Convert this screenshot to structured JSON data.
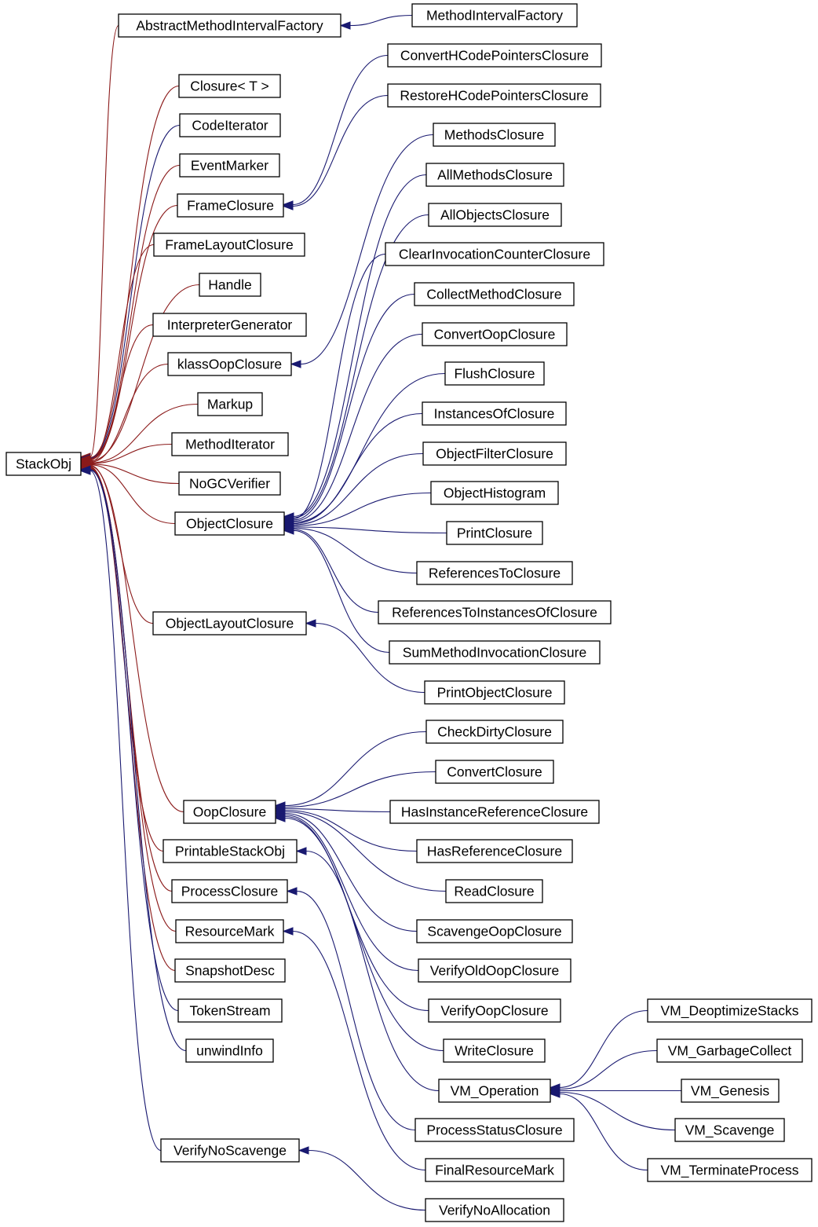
{
  "diagram": {
    "type": "class-inheritance-graph",
    "colors": {
      "red_edge": "#8b1a1a",
      "blue_edge": "#191970",
      "node_border": "#000000",
      "background": "#ffffff"
    },
    "nodes": [
      {
        "id": "StackObj",
        "label": "StackObj"
      },
      {
        "id": "AbstractMethodIntervalFactory",
        "label": "AbstractMethodIntervalFactory"
      },
      {
        "id": "MethodIntervalFactory",
        "label": "MethodIntervalFactory"
      },
      {
        "id": "ClosureT",
        "label": "Closure< T >"
      },
      {
        "id": "CodeIterator",
        "label": "CodeIterator"
      },
      {
        "id": "EventMarker",
        "label": "EventMarker"
      },
      {
        "id": "FrameClosure",
        "label": "FrameClosure"
      },
      {
        "id": "FrameLayoutClosure",
        "label": "FrameLayoutClosure"
      },
      {
        "id": "Handle",
        "label": "Handle"
      },
      {
        "id": "InterpreterGenerator",
        "label": "InterpreterGenerator"
      },
      {
        "id": "klassOopClosure",
        "label": "klassOopClosure"
      },
      {
        "id": "Markup",
        "label": "Markup"
      },
      {
        "id": "MethodIterator",
        "label": "MethodIterator"
      },
      {
        "id": "NoGCVerifier",
        "label": "NoGCVerifier"
      },
      {
        "id": "ObjectClosure",
        "label": "ObjectClosure"
      },
      {
        "id": "ObjectLayoutClosure",
        "label": "ObjectLayoutClosure"
      },
      {
        "id": "OopClosure",
        "label": "OopClosure"
      },
      {
        "id": "PrintableStackObj",
        "label": "PrintableStackObj"
      },
      {
        "id": "ProcessClosure",
        "label": "ProcessClosure"
      },
      {
        "id": "ResourceMark",
        "label": "ResourceMark"
      },
      {
        "id": "SnapshotDesc",
        "label": "SnapshotDesc"
      },
      {
        "id": "TokenStream",
        "label": "TokenStream"
      },
      {
        "id": "unwindInfo",
        "label": "unwindInfo"
      },
      {
        "id": "VerifyNoScavenge",
        "label": "VerifyNoScavenge"
      },
      {
        "id": "ConvertHCodePointersClosure",
        "label": "ConvertHCodePointersClosure"
      },
      {
        "id": "RestoreHCodePointersClosure",
        "label": "RestoreHCodePointersClosure"
      },
      {
        "id": "MethodsClosure",
        "label": "MethodsClosure"
      },
      {
        "id": "AllMethodsClosure",
        "label": "AllMethodsClosure"
      },
      {
        "id": "AllObjectsClosure",
        "label": "AllObjectsClosure"
      },
      {
        "id": "ClearInvocationCounterClosure",
        "label": "ClearInvocationCounterClosure"
      },
      {
        "id": "CollectMethodClosure",
        "label": "CollectMethodClosure"
      },
      {
        "id": "ConvertOopClosure",
        "label": "ConvertOopClosure"
      },
      {
        "id": "FlushClosure",
        "label": "FlushClosure"
      },
      {
        "id": "InstancesOfClosure",
        "label": "InstancesOfClosure"
      },
      {
        "id": "ObjectFilterClosure",
        "label": "ObjectFilterClosure"
      },
      {
        "id": "ObjectHistogram",
        "label": "ObjectHistogram"
      },
      {
        "id": "PrintClosure",
        "label": "PrintClosure"
      },
      {
        "id": "ReferencesToClosure",
        "label": "ReferencesToClosure"
      },
      {
        "id": "ReferencesToInstancesOfClosure",
        "label": "ReferencesToInstancesOfClosure"
      },
      {
        "id": "SumMethodInvocationClosure",
        "label": "SumMethodInvocationClosure"
      },
      {
        "id": "PrintObjectClosure",
        "label": "PrintObjectClosure"
      },
      {
        "id": "CheckDirtyClosure",
        "label": "CheckDirtyClosure"
      },
      {
        "id": "ConvertClosure",
        "label": "ConvertClosure"
      },
      {
        "id": "HasInstanceReferenceClosure",
        "label": "HasInstanceReferenceClosure"
      },
      {
        "id": "HasReferenceClosure",
        "label": "HasReferenceClosure"
      },
      {
        "id": "ReadClosure",
        "label": "ReadClosure"
      },
      {
        "id": "ScavengeOopClosure",
        "label": "ScavengeOopClosure"
      },
      {
        "id": "VerifyOldOopClosure",
        "label": "VerifyOldOopClosure"
      },
      {
        "id": "VerifyOopClosure",
        "label": "VerifyOopClosure"
      },
      {
        "id": "WriteClosure",
        "label": "WriteClosure"
      },
      {
        "id": "VM_Operation",
        "label": "VM_Operation"
      },
      {
        "id": "ProcessStatusClosure",
        "label": "ProcessStatusClosure"
      },
      {
        "id": "FinalResourceMark",
        "label": "FinalResourceMark"
      },
      {
        "id": "VerifyNoAllocation",
        "label": "VerifyNoAllocation"
      },
      {
        "id": "VM_DeoptimizeStacks",
        "label": "VM_DeoptimizeStacks"
      },
      {
        "id": "VM_GarbageCollect",
        "label": "VM_GarbageCollect"
      },
      {
        "id": "VM_Genesis",
        "label": "VM_Genesis"
      },
      {
        "id": "VM_Scavenge",
        "label": "VM_Scavenge"
      },
      {
        "id": "VM_TerminateProcess",
        "label": "VM_TerminateProcess"
      }
    ],
    "edges": [
      {
        "from": "AbstractMethodIntervalFactory",
        "to": "StackObj",
        "style": "red"
      },
      {
        "from": "ClosureT",
        "to": "StackObj",
        "style": "red"
      },
      {
        "from": "CodeIterator",
        "to": "StackObj",
        "style": "blue"
      },
      {
        "from": "EventMarker",
        "to": "StackObj",
        "style": "red"
      },
      {
        "from": "FrameClosure",
        "to": "StackObj",
        "style": "red"
      },
      {
        "from": "FrameLayoutClosure",
        "to": "StackObj",
        "style": "red"
      },
      {
        "from": "Handle",
        "to": "StackObj",
        "style": "red"
      },
      {
        "from": "InterpreterGenerator",
        "to": "StackObj",
        "style": "red"
      },
      {
        "from": "klassOopClosure",
        "to": "StackObj",
        "style": "red"
      },
      {
        "from": "Markup",
        "to": "StackObj",
        "style": "red"
      },
      {
        "from": "MethodIterator",
        "to": "StackObj",
        "style": "red"
      },
      {
        "from": "NoGCVerifier",
        "to": "StackObj",
        "style": "red"
      },
      {
        "from": "ObjectClosure",
        "to": "StackObj",
        "style": "red"
      },
      {
        "from": "ObjectLayoutClosure",
        "to": "StackObj",
        "style": "red"
      },
      {
        "from": "OopClosure",
        "to": "StackObj",
        "style": "red"
      },
      {
        "from": "PrintableStackObj",
        "to": "StackObj",
        "style": "red"
      },
      {
        "from": "ProcessClosure",
        "to": "StackObj",
        "style": "red"
      },
      {
        "from": "ResourceMark",
        "to": "StackObj",
        "style": "red"
      },
      {
        "from": "SnapshotDesc",
        "to": "StackObj",
        "style": "red"
      },
      {
        "from": "TokenStream",
        "to": "StackObj",
        "style": "blue"
      },
      {
        "from": "unwindInfo",
        "to": "StackObj",
        "style": "blue"
      },
      {
        "from": "VerifyNoScavenge",
        "to": "StackObj",
        "style": "blue"
      },
      {
        "from": "MethodIntervalFactory",
        "to": "AbstractMethodIntervalFactory",
        "style": "blue"
      },
      {
        "from": "ConvertHCodePointersClosure",
        "to": "FrameClosure",
        "style": "blue"
      },
      {
        "from": "RestoreHCodePointersClosure",
        "to": "FrameClosure",
        "style": "blue"
      },
      {
        "from": "MethodsClosure",
        "to": "klassOopClosure",
        "style": "blue"
      },
      {
        "from": "AllMethodsClosure",
        "to": "ObjectClosure",
        "style": "blue"
      },
      {
        "from": "AllObjectsClosure",
        "to": "ObjectClosure",
        "style": "blue"
      },
      {
        "from": "ClearInvocationCounterClosure",
        "to": "ObjectClosure",
        "style": "blue"
      },
      {
        "from": "CollectMethodClosure",
        "to": "ObjectClosure",
        "style": "blue"
      },
      {
        "from": "ConvertOopClosure",
        "to": "ObjectClosure",
        "style": "blue"
      },
      {
        "from": "FlushClosure",
        "to": "ObjectClosure",
        "style": "blue"
      },
      {
        "from": "InstancesOfClosure",
        "to": "ObjectClosure",
        "style": "blue"
      },
      {
        "from": "ObjectFilterClosure",
        "to": "ObjectClosure",
        "style": "blue"
      },
      {
        "from": "ObjectHistogram",
        "to": "ObjectClosure",
        "style": "blue"
      },
      {
        "from": "PrintClosure",
        "to": "ObjectClosure",
        "style": "blue"
      },
      {
        "from": "ReferencesToClosure",
        "to": "ObjectClosure",
        "style": "blue"
      },
      {
        "from": "ReferencesToInstancesOfClosure",
        "to": "ObjectClosure",
        "style": "blue"
      },
      {
        "from": "SumMethodInvocationClosure",
        "to": "ObjectClosure",
        "style": "blue"
      },
      {
        "from": "PrintObjectClosure",
        "to": "ObjectLayoutClosure",
        "style": "blue"
      },
      {
        "from": "CheckDirtyClosure",
        "to": "OopClosure",
        "style": "blue"
      },
      {
        "from": "ConvertClosure",
        "to": "OopClosure",
        "style": "blue"
      },
      {
        "from": "HasInstanceReferenceClosure",
        "to": "OopClosure",
        "style": "blue"
      },
      {
        "from": "HasReferenceClosure",
        "to": "OopClosure",
        "style": "blue"
      },
      {
        "from": "ReadClosure",
        "to": "OopClosure",
        "style": "blue"
      },
      {
        "from": "ScavengeOopClosure",
        "to": "OopClosure",
        "style": "blue"
      },
      {
        "from": "VerifyOldOopClosure",
        "to": "OopClosure",
        "style": "blue"
      },
      {
        "from": "VerifyOopClosure",
        "to": "OopClosure",
        "style": "blue"
      },
      {
        "from": "WriteClosure",
        "to": "OopClosure",
        "style": "blue"
      },
      {
        "from": "VM_Operation",
        "to": "PrintableStackObj",
        "style": "blue"
      },
      {
        "from": "ProcessStatusClosure",
        "to": "ProcessClosure",
        "style": "blue"
      },
      {
        "from": "FinalResourceMark",
        "to": "ResourceMark",
        "style": "blue"
      },
      {
        "from": "VerifyNoAllocation",
        "to": "VerifyNoScavenge",
        "style": "blue"
      },
      {
        "from": "VM_DeoptimizeStacks",
        "to": "VM_Operation",
        "style": "blue"
      },
      {
        "from": "VM_GarbageCollect",
        "to": "VM_Operation",
        "style": "blue"
      },
      {
        "from": "VM_Genesis",
        "to": "VM_Operation",
        "style": "blue"
      },
      {
        "from": "VM_Scavenge",
        "to": "VM_Operation",
        "style": "blue"
      },
      {
        "from": "VM_TerminateProcess",
        "to": "VM_Operation",
        "style": "blue"
      }
    ]
  }
}
